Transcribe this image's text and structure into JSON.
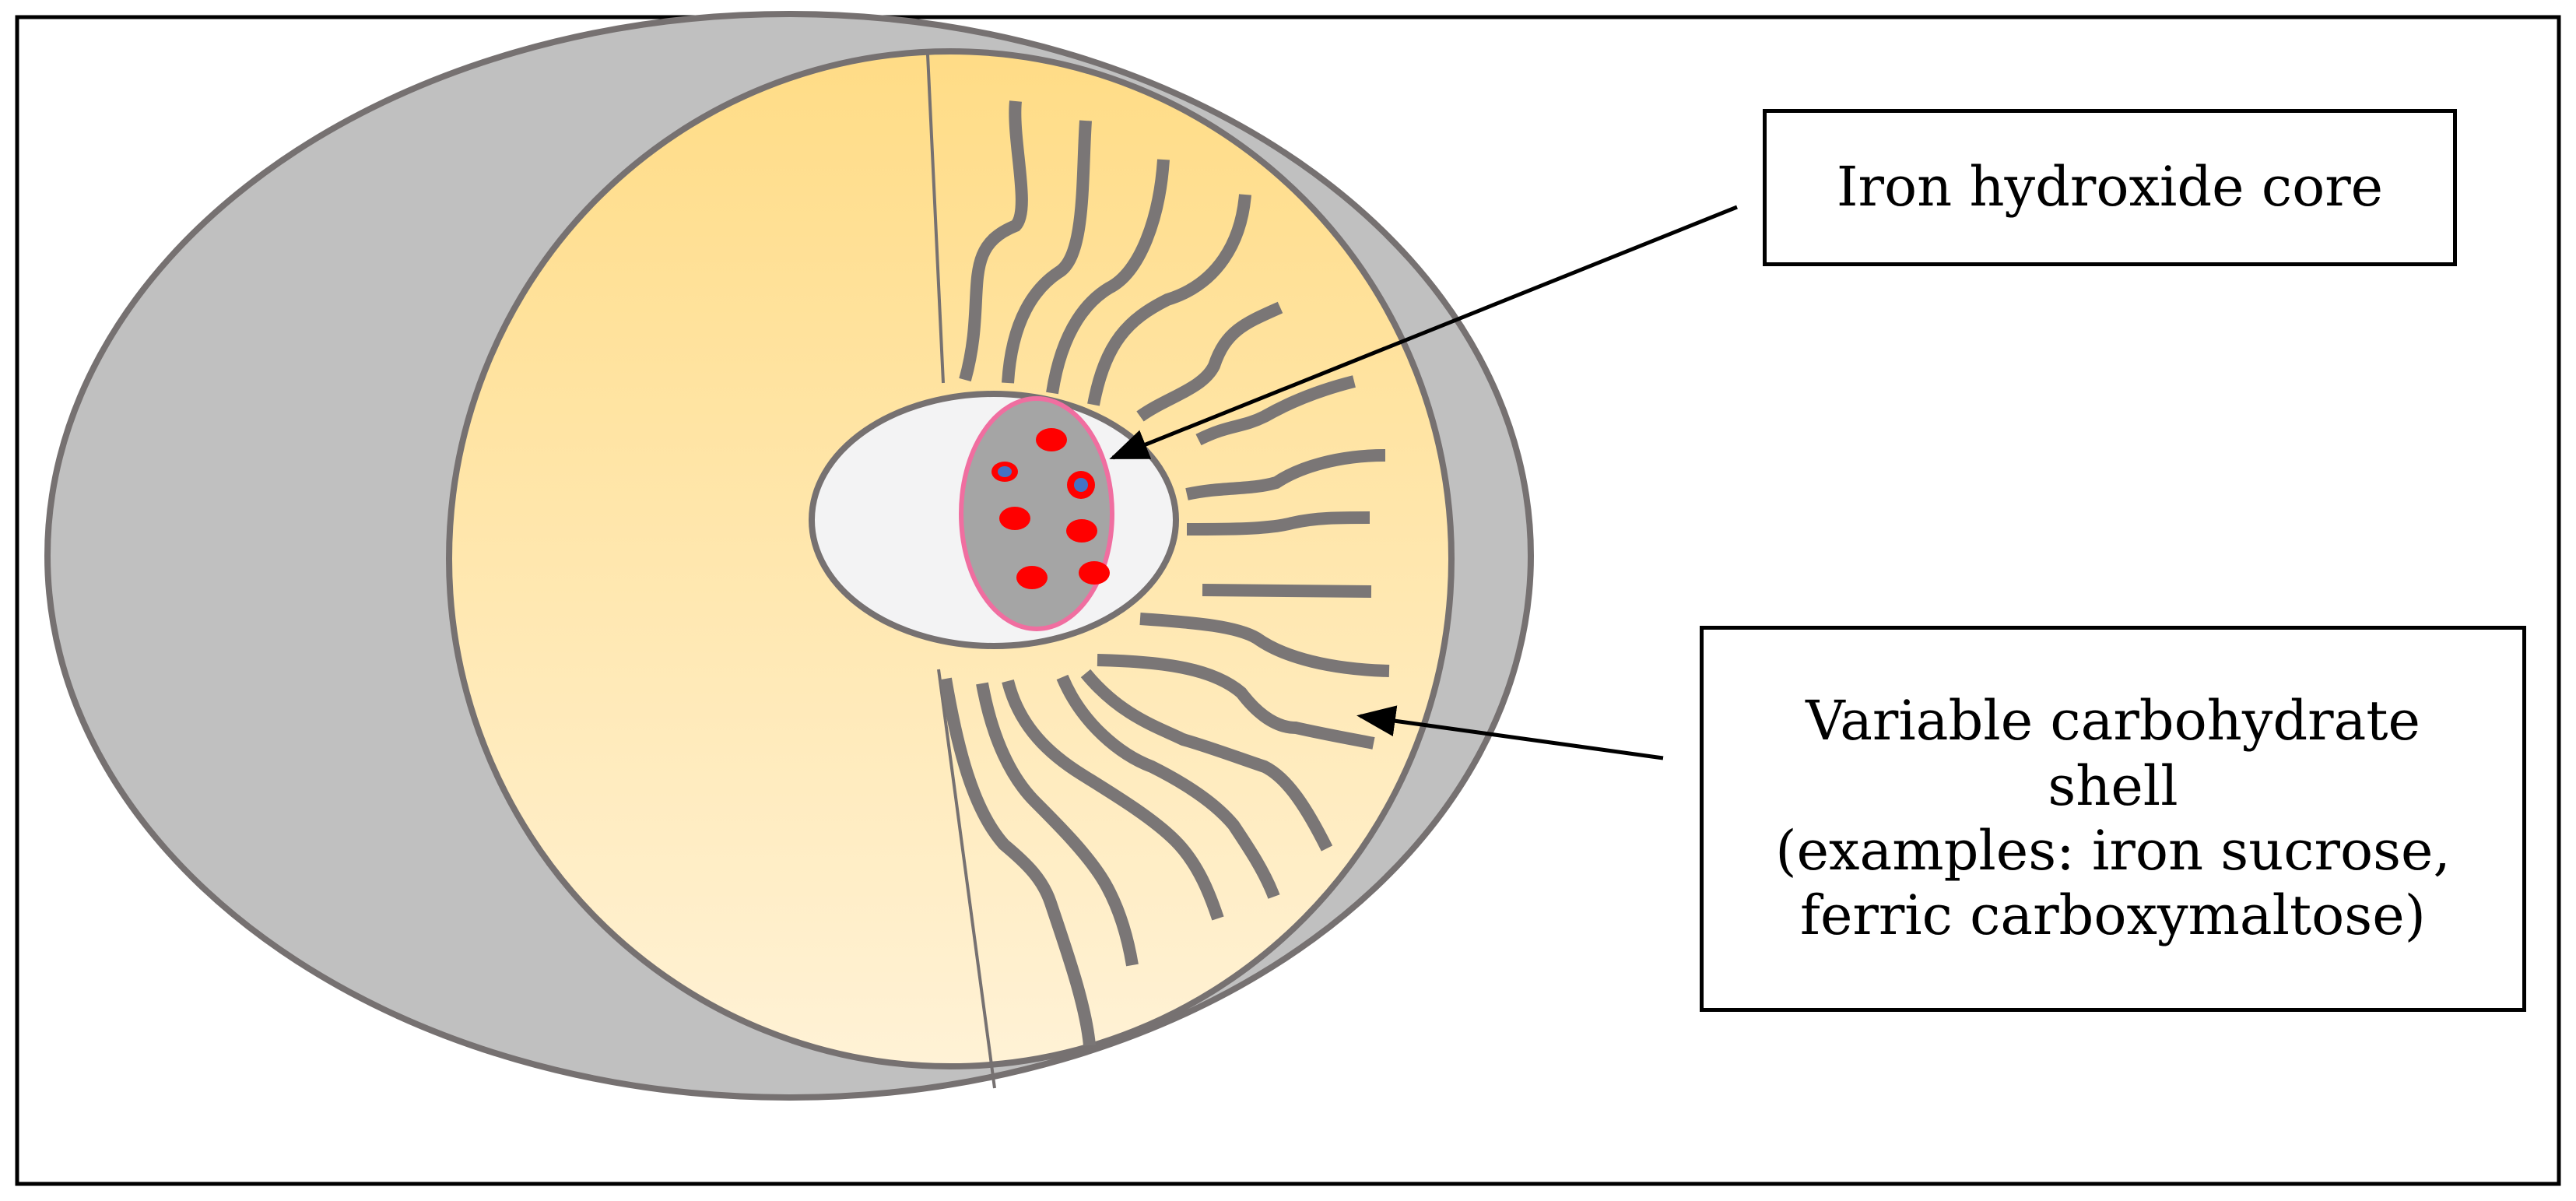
{
  "labels": {
    "core": "Iron hydroxide core",
    "shell_lines": [
      "Variable carbohydrate",
      "shell",
      "(examples: iron sucrose,",
      "ferric carboxymaltose)"
    ]
  },
  "colors": {
    "outer_shell_gray": "#c0c0c0",
    "outline_gray": "#767171",
    "strand_gray": "#7a7676",
    "shell_gradient_top": "#ffdc86",
    "shell_gradient_bottom": "#fff2d6",
    "core_cavity": "#f3f3f4",
    "core_fill": "#a5a5a5",
    "core_outline": "#f06ea0",
    "iron_dot": "#ff0000",
    "iron_dot_marked": "#4472c4",
    "arrow": "#000000"
  }
}
